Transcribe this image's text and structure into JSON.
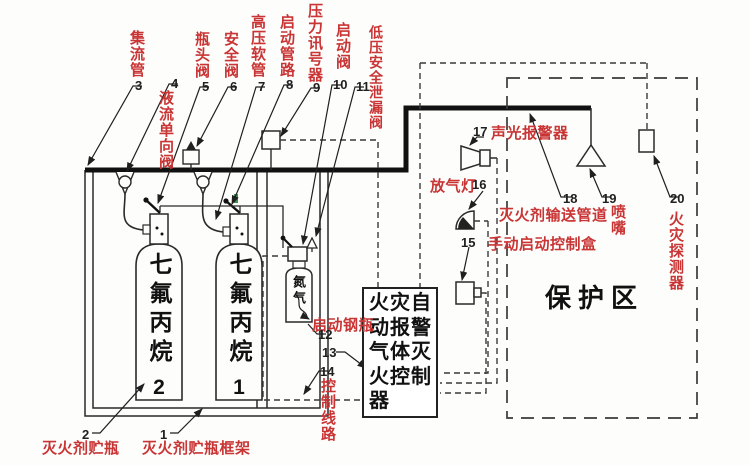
{
  "colors": {
    "label_red": "#c93535",
    "line_black": "#1f1f1f",
    "valve_mark_green": "#3f8f4a"
  },
  "callouts": {
    "c1": {
      "num": "1",
      "label": "灭火剂贮瓶框架"
    },
    "c2": {
      "num": "2",
      "label": "灭火剂贮瓶"
    },
    "c3": {
      "num": "3",
      "label": "集流管"
    },
    "c4": {
      "num": "4",
      "label": "液流单向阀"
    },
    "c5": {
      "num": "5",
      "label": "瓶头阀"
    },
    "c6": {
      "num": "6",
      "label": "安全阀"
    },
    "c7": {
      "num": "7",
      "label": "高压软管"
    },
    "c8": {
      "num": "8",
      "label": "启动管路"
    },
    "c9": {
      "num": "9",
      "label": "压力讯号器"
    },
    "c10": {
      "num": "10",
      "label": "启动阀"
    },
    "c11": {
      "num": "11",
      "label": "低压安全泄漏阀"
    },
    "c12": {
      "num": "12",
      "label": "启动钢瓶"
    },
    "c13": {
      "num": "13"
    },
    "c14": {
      "num": "14",
      "label": "控制线路"
    },
    "c15": {
      "num": "15",
      "label": "手动启动控制盒"
    },
    "c16": {
      "num": "16",
      "label": "放气灯"
    },
    "c17": {
      "num": "17",
      "label": "声光报警器"
    },
    "c18": {
      "num": "18",
      "label": "灭火剂输送管道"
    },
    "c19": {
      "num": "19",
      "label": "喷嘴"
    },
    "c20": {
      "num": "20",
      "label": "火灾探测器"
    }
  },
  "equipment": {
    "agent_cylinder_text": "七氟丙烷",
    "cylinder_left_no": "2",
    "cylinder_right_no": "1",
    "starter_gas": "氮气",
    "protected_zone": "保护区",
    "controller_lines": [
      "火灾自",
      "动报警",
      "气体灭",
      "火控制",
      "器"
    ]
  }
}
